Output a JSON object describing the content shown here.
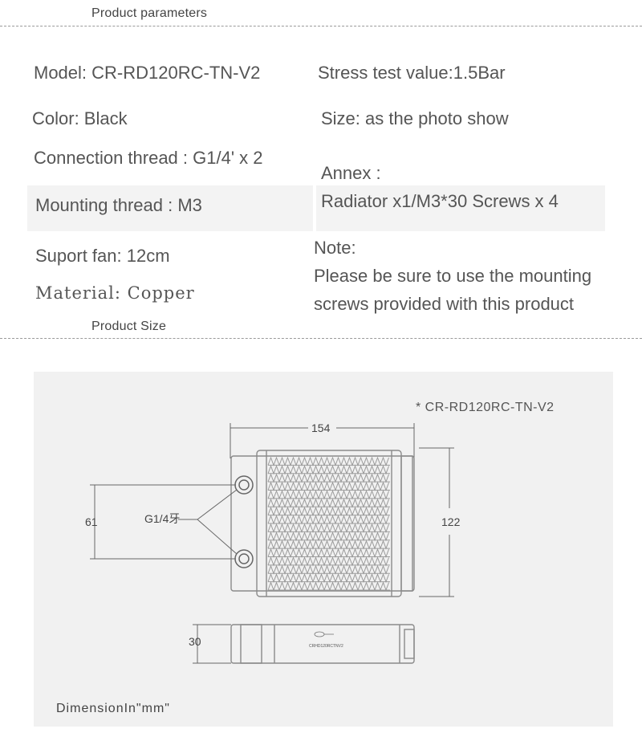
{
  "header": {
    "title": "Product parameters"
  },
  "specs": {
    "model": "Model: CR-RD120RC-TN-V2",
    "stress": "Stress test value:1.5Bar",
    "color": "Color: Black",
    "size": "Size: as the photo show",
    "connection": "Connection thread : G1/4' x 2",
    "annex_label": "Annex :",
    "mounting": "Mounting thread : M3",
    "annex_value": "Radiator x1/M3*30 Screws x 4",
    "fan": "Suport fan: 12cm",
    "note_label": "Note:",
    "material": "Material: Copper",
    "note_line1": "Please be sure to use the mounting",
    "note_line2": "screws provided with this product"
  },
  "size_section": {
    "title": "Product Size"
  },
  "drawing": {
    "model_ref": "* CR-RD120RC-TN-V2",
    "width_dim": "154",
    "height_dim": "122",
    "port_spacing_dim": "61",
    "port_label": "G1/4牙",
    "thickness_dim": "30",
    "side_label": "CRHD120RCTNV2",
    "units_note": "DimensionIn\"mm\""
  }
}
